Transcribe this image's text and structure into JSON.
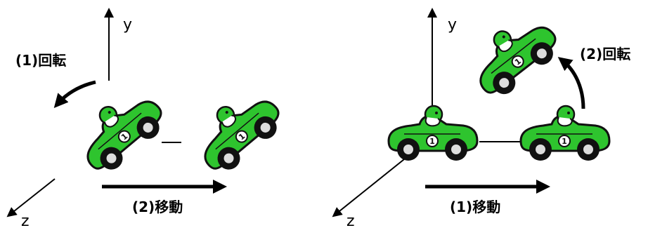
{
  "left_panel": {
    "y_axis_label": "y",
    "z_axis_label": "z",
    "rotate_label": "(1)回転",
    "move_label": "(2)移動"
  },
  "right_panel": {
    "y_axis_label": "y",
    "z_axis_label": "z",
    "rotate_label": "(2)回転",
    "move_label": "(1)移動"
  },
  "car": {
    "number": "1",
    "body_color": "#2ec42e",
    "driver_helmet_color": "#2ec42e"
  }
}
